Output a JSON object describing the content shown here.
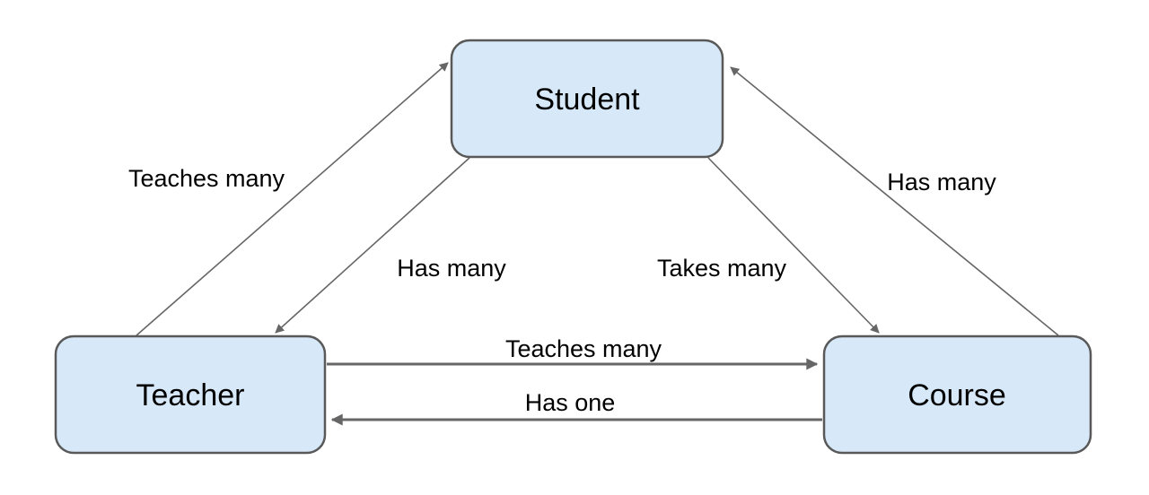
{
  "page": {
    "background": "#ffffff"
  },
  "diagram": {
    "type": "entity-relationship",
    "entities": [
      {
        "id": "student",
        "label": "Student"
      },
      {
        "id": "teacher",
        "label": "Teacher"
      },
      {
        "id": "course",
        "label": "Course"
      }
    ],
    "relationships": [
      {
        "from": "teacher",
        "to": "student",
        "label": "Teaches many"
      },
      {
        "from": "student",
        "to": "teacher",
        "label": "Has many"
      },
      {
        "from": "student",
        "to": "course",
        "label": "Takes many"
      },
      {
        "from": "course",
        "to": "student",
        "label": "Has many"
      },
      {
        "from": "teacher",
        "to": "course",
        "label": "Teaches many"
      },
      {
        "from": "course",
        "to": "teacher",
        "label": "Has one"
      }
    ],
    "colors": {
      "entity_fill": "#d7e9f9",
      "entity_border": "#595959",
      "arrow": "#666666",
      "label_text": "#000000"
    }
  }
}
